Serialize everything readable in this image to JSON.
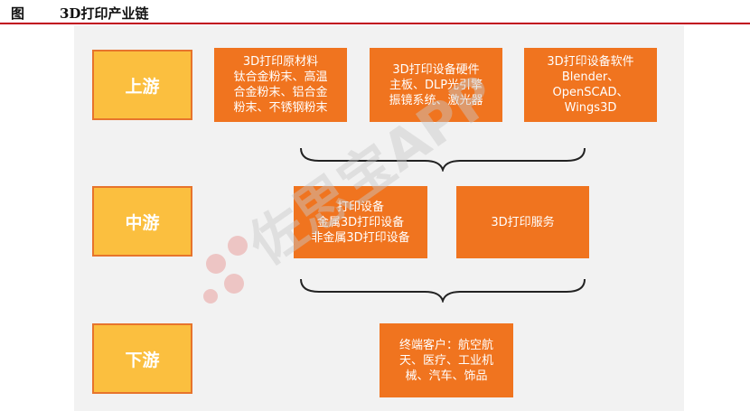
{
  "header": {
    "label": "图",
    "title": "3D打印产业链"
  },
  "stages": {
    "upstream": "上游",
    "midstream": "中游",
    "downstream": "下游"
  },
  "upstream_boxes": {
    "materials": [
      "3D打印原材料",
      "钛合金粉末、高温",
      "合金粉末、铝合金",
      "粉末、不锈钢粉末"
    ],
    "hardware": [
      "3D打印设备硬件",
      "主板、DLP光引擎",
      "振镜系统、激光器"
    ],
    "software": [
      "3D打印设备软件",
      "Blender、",
      "OpenSCAD、",
      "Wings3D"
    ]
  },
  "midstream_boxes": {
    "equipment": [
      "打印设备",
      "金属3D打印设备",
      "非金属3D打印设备"
    ],
    "services": [
      "3D打印服务"
    ]
  },
  "downstream_boxes": {
    "customers": [
      "终端客户：航空航",
      "天、医疗、工业机",
      "械、汽车、饰品"
    ]
  },
  "watermark": {
    "text": "佐思宝APP"
  },
  "colors": {
    "stage_fill": "#fbbf3f",
    "stage_border": "#e7742c",
    "box_fill": "#f0741f",
    "rule": "#c0001c",
    "panel": "#f2f2f2"
  }
}
